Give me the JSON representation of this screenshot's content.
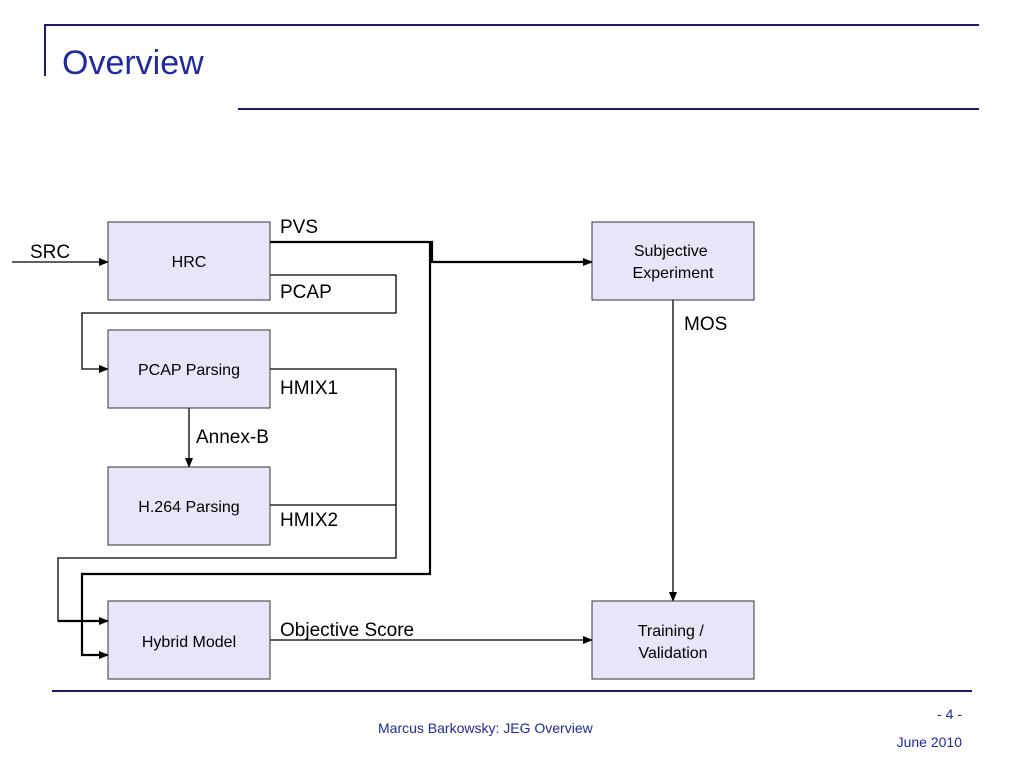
{
  "slide": {
    "title": "Overview"
  },
  "diagram": {
    "boxes": {
      "hrc": [
        "HRC"
      ],
      "pcap_parsing": [
        "PCAP Parsing"
      ],
      "h264_parsing": [
        "H.264 Parsing"
      ],
      "hybrid_model": [
        "Hybrid Model"
      ],
      "subjective_experiment": [
        "Subjective",
        "Experiment"
      ],
      "training_validation": [
        "Training /",
        "Validation"
      ]
    },
    "labels": {
      "src": "SRC",
      "pvs": "PVS",
      "pcap": "PCAP",
      "hmix1": "HMIX1",
      "annex_b": "Annex-B",
      "hmix2": "HMIX2",
      "mos": "MOS",
      "objective_score": "Objective Score"
    }
  },
  "footer": {
    "author": "Marcus Barkowsky: JEG Overview",
    "page": "- 4 -",
    "date": "June 2010"
  },
  "colors": {
    "accent": "#1f2a9c",
    "rule": "#1a1a6e",
    "box_fill": "#e6e6f8",
    "box_stroke": "#333333"
  }
}
